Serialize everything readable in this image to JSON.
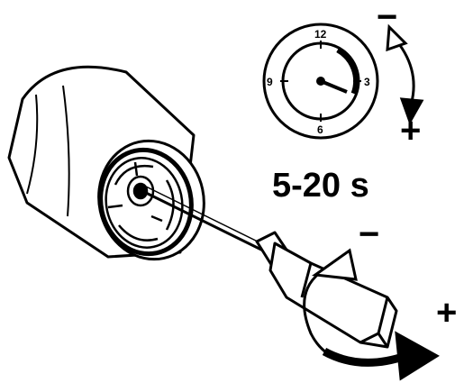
{
  "dial": {
    "label_12": "12",
    "label_3": "3",
    "label_6": "6",
    "label_9": "9",
    "indicator_fraction": 0.33
  },
  "duration_label": "5-20 s",
  "dial_arrow": {
    "minus": "−",
    "plus": "+"
  },
  "screwdriver_arrow": {
    "minus": "−",
    "plus": "+"
  },
  "colors": {
    "ink": "#000000",
    "paper": "#ffffff"
  }
}
